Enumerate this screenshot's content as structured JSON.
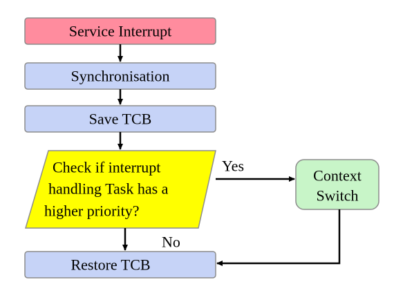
{
  "diagram": {
    "nodes": {
      "service_interrupt": {
        "text": "Service Interrupt",
        "fill": "#ff8c9e"
      },
      "synchronisation": {
        "text": "Synchronisation",
        "fill": "#c6d3f7"
      },
      "save_tcb": {
        "text": "Save TCB",
        "fill": "#c6d3f7"
      },
      "check_priority": {
        "lines": [
          "Check if interrupt",
          "handling Task has a",
          "higher priority?"
        ],
        "fill": "#ffff00"
      },
      "context_switch": {
        "lines": [
          "Context",
          "Switch"
        ],
        "fill": "#c8f5c8"
      },
      "restore_tcb": {
        "text": "Restore TCB",
        "fill": "#c6d3f7"
      }
    },
    "edge_labels": {
      "yes": "Yes",
      "no": "No"
    }
  }
}
